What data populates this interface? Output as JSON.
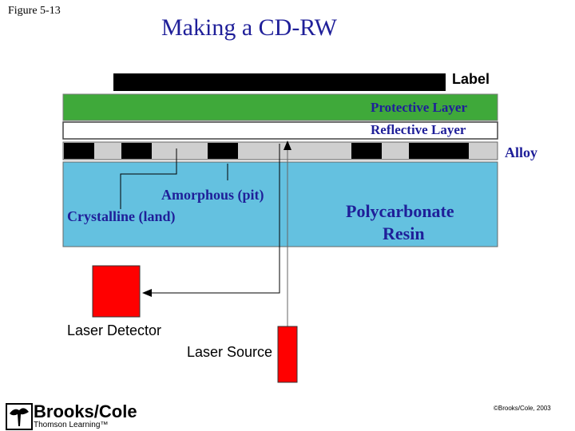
{
  "figure_label": "Figure 5-13",
  "title": "Making a CD-RW",
  "layers": {
    "label": "Label",
    "protective": "Protective Layer",
    "reflective": "Reflective Layer",
    "alloy": "Alloy",
    "resin_line1": "Polycarbonate",
    "resin_line2": "Resin"
  },
  "callouts": {
    "amorphous": "Amorphous (pit)",
    "crystalline": "Crystalline (land)"
  },
  "components": {
    "detector": "Laser Detector",
    "source": "Laser Source"
  },
  "logo": {
    "name": "Brooks/Cole",
    "subtitle": "Thomson Learning™"
  },
  "copyright": "©Brooks/Cole, 2003",
  "colors": {
    "title": "#1f1f99",
    "protective": "#3fa93a",
    "resin": "#64c1e0",
    "alloy_base": "#cfcfcf",
    "laser": "#ff0000"
  }
}
